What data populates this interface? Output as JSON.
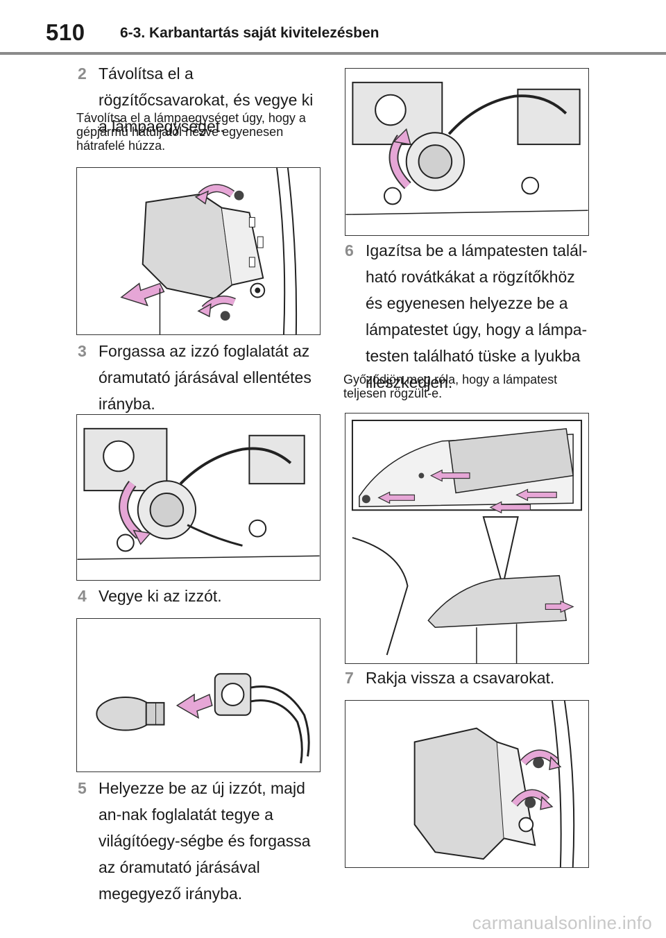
{
  "header": {
    "page_number": "510",
    "section_title": "6-3. Karbantartás saját kivitelezésben"
  },
  "steps": [
    {
      "number": "2",
      "text": "Távolítsa el a rögzítőcsavarokat, és vegye ki a lámpaegységet."
    },
    {
      "number": "3",
      "text": "Forgassa az izzó foglalatát az óramutató járásával ellentétes irányba."
    },
    {
      "number": "4",
      "text": "Vegye ki az izzót."
    },
    {
      "number": "5",
      "text": "Helyezze be az új izzót, majd an-nak foglalatát tegye a világítóegy-ségbe és forgassa az óramutató járásával megegyező irányba."
    },
    {
      "number": "6",
      "text": "Igazítsa be a lámpatesten talál-ható rovátkákat a rögzítőkhöz és egyenesen helyezze be a lámpatestet úgy, hogy a lámpa-testen található tüske a lyukba illeszkedjen."
    },
    {
      "number": "7",
      "text": "Rakja vissza a csavarokat."
    }
  ],
  "notes": {
    "step2": "Távolítsa el a lámpaegységet úgy, hogy a gépjármű hátuljától nézve egyenesen hátrafelé húzza.",
    "step6": "Győződjön meg róla, hogy a lámpatest teljesen rögzült-e."
  },
  "colors": {
    "arrow": "#e6a6d6",
    "rule": "#8a8a8a",
    "step_number": "#8c8c8c"
  },
  "footer": {
    "watermark": "carmanualsonline.info"
  }
}
